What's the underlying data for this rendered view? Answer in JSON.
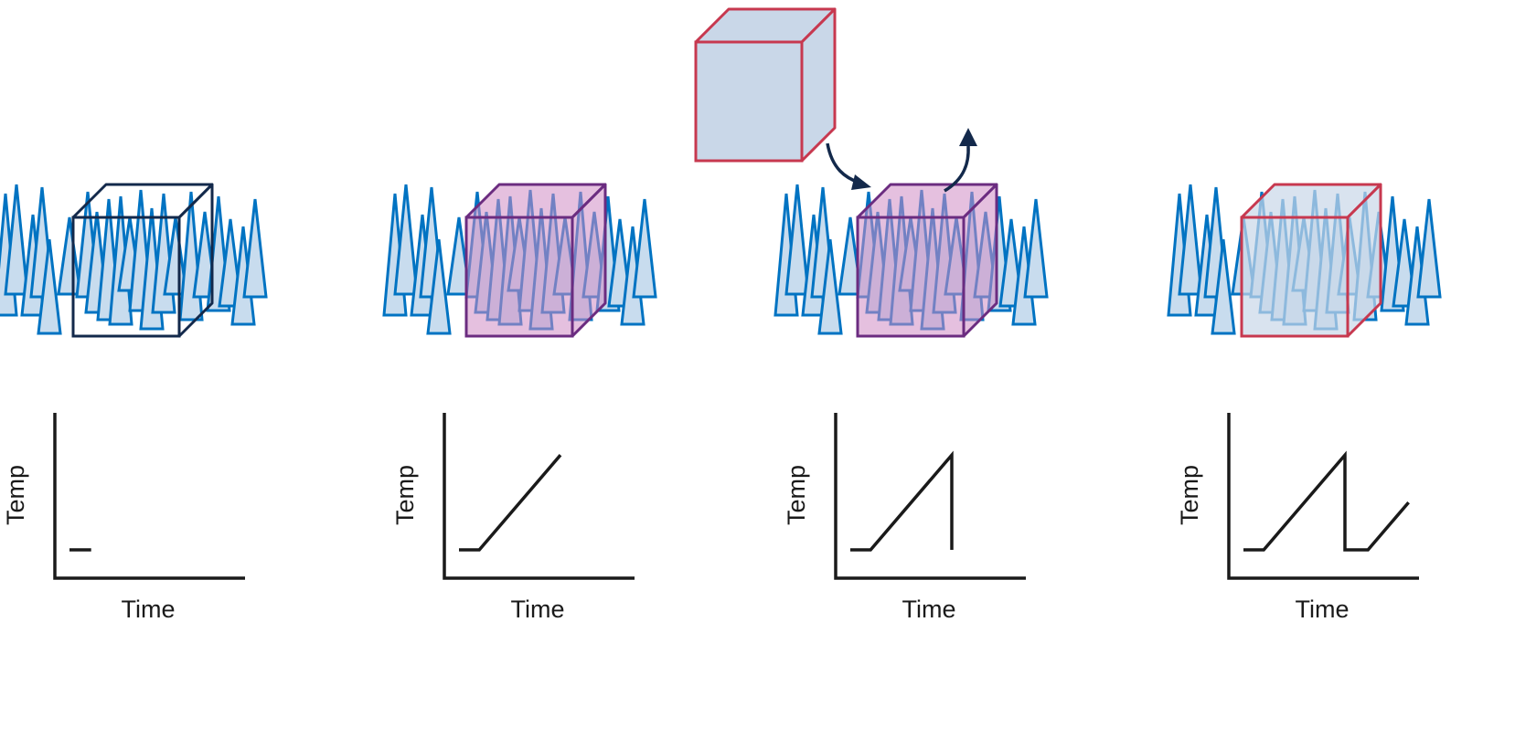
{
  "colors": {
    "spike_stroke": "#0073c2",
    "spike_fill": "#c8dcee",
    "empty_box_stroke": "#13294b",
    "hot_box_stroke": "#6b2c80",
    "hot_box_fill": "#cf8cc4",
    "cold_box_stroke": "#c7384f",
    "cold_box_fill": "#c9d7e8",
    "arrow": "#13294b",
    "axis": "#1a1a1a"
  },
  "panels": [
    {
      "box_state": "empty",
      "temp_profile": [
        [
          0.0,
          0.15
        ],
        [
          0.16,
          0.15
        ]
      ]
    },
    {
      "box_state": "heated",
      "temp_profile": [
        [
          0.0,
          0.15
        ],
        [
          0.15,
          0.15
        ],
        [
          0.75,
          0.75
        ]
      ]
    },
    {
      "box_state": "heated-exchange",
      "temp_profile": [
        [
          0.0,
          0.15
        ],
        [
          0.15,
          0.15
        ],
        [
          0.75,
          0.75
        ],
        [
          0.75,
          0.15
        ]
      ]
    },
    {
      "box_state": "cold",
      "temp_profile": [
        [
          0.0,
          0.15
        ],
        [
          0.15,
          0.15
        ],
        [
          0.75,
          0.75
        ],
        [
          0.75,
          0.15
        ],
        [
          0.92,
          0.15
        ],
        [
          1.22,
          0.45
        ]
      ]
    }
  ],
  "graph_labels": {
    "y": "Temp",
    "x": "Time"
  }
}
